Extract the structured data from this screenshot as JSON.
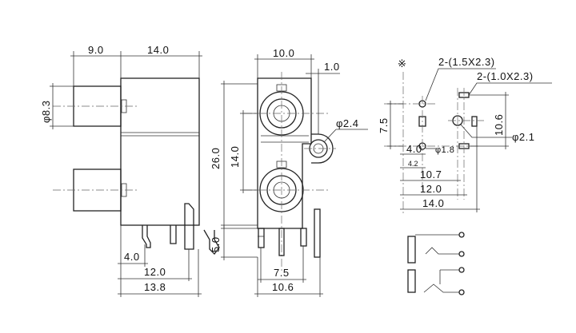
{
  "views": {
    "side": {
      "dim_left": "9.0",
      "dim_top": "14.0",
      "dim_dia": "φ8.3",
      "dim_pin": "4.0",
      "dim_12": "12.0",
      "dim_138": "13.8"
    },
    "front": {
      "dim_width": "10.0",
      "dim_offset": "1.0",
      "dim_height": "26.0",
      "dim_pitch": "14.0",
      "dim_lead": "5.0",
      "dim_hole": "φ2.4",
      "dim_pins": "7.5",
      "dim_base": "10.6"
    },
    "pcb": {
      "mark": "※",
      "note_slot1": "2-(1.5X2.3)",
      "note_slot2": "2-(1.0X2.3)",
      "dim_75": "7.5",
      "dim_106": "10.6",
      "dim_hole21": "φ2.1",
      "dim_hole18": "φ1.8",
      "dim_40": "4.0",
      "dim_42": "4.2",
      "dim_107": "10.7",
      "dim_120": "12.0",
      "dim_140": "14.0"
    }
  }
}
